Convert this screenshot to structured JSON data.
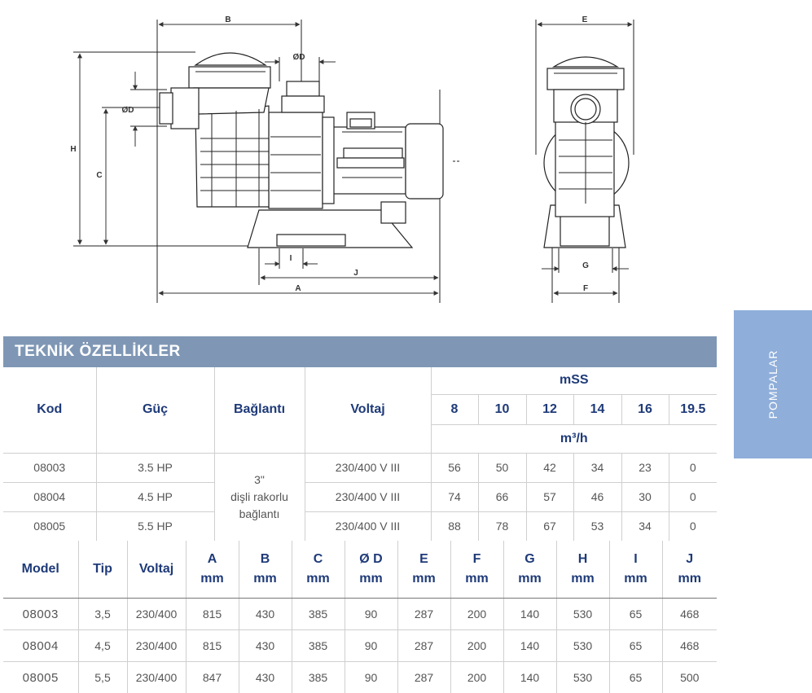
{
  "drawing": {
    "labels": {
      "A": "A",
      "B": "B",
      "C": "C",
      "D_top": "ØD",
      "D_left": "ØD",
      "H": "H",
      "I": "I",
      "J": "J",
      "E": "E",
      "F": "F",
      "G": "G"
    }
  },
  "section_title": "TEKNİK ÖZELLİKLER",
  "side_tab": "POMPALAR",
  "spec_table": {
    "headers": {
      "kod": "Kod",
      "guc": "Güç",
      "baglanti": "Bağlantı",
      "voltaj": "Voltaj",
      "mss": "mSS",
      "m3h": "m³/h"
    },
    "heads": [
      "8",
      "10",
      "12",
      "14",
      "16",
      "19.5"
    ],
    "connection_lines": [
      "3\"",
      "dişli rakorlu",
      "bağlantı"
    ],
    "rows": [
      {
        "kod": "08003",
        "guc": "3.5 HP",
        "voltaj": "230/400 V III",
        "flows": [
          "56",
          "50",
          "42",
          "34",
          "23",
          "0"
        ]
      },
      {
        "kod": "08004",
        "guc": "4.5 HP",
        "voltaj": "230/400 V III",
        "flows": [
          "74",
          "66",
          "57",
          "46",
          "30",
          "0"
        ]
      },
      {
        "kod": "08005",
        "guc": "5.5 HP",
        "voltaj": "230/400 V III",
        "flows": [
          "88",
          "78",
          "67",
          "53",
          "34",
          "0"
        ]
      }
    ]
  },
  "dim_table": {
    "headers": [
      {
        "label": "Model",
        "unit": ""
      },
      {
        "label": "Tip",
        "unit": ""
      },
      {
        "label": "Voltaj",
        "unit": ""
      },
      {
        "label": "A",
        "unit": "mm"
      },
      {
        "label": "B",
        "unit": "mm"
      },
      {
        "label": "C",
        "unit": "mm"
      },
      {
        "label": "Ø D",
        "unit": "mm"
      },
      {
        "label": "E",
        "unit": "mm"
      },
      {
        "label": "F",
        "unit": "mm"
      },
      {
        "label": "G",
        "unit": "mm"
      },
      {
        "label": "H",
        "unit": "mm"
      },
      {
        "label": "I",
        "unit": "mm"
      },
      {
        "label": "J",
        "unit": "mm"
      }
    ],
    "rows": [
      [
        "08003",
        "3,5",
        "230/400",
        "815",
        "430",
        "385",
        "90",
        "287",
        "200",
        "140",
        "530",
        "65",
        "468"
      ],
      [
        "08004",
        "4,5",
        "230/400",
        "815",
        "430",
        "385",
        "90",
        "287",
        "200",
        "140",
        "530",
        "65",
        "468"
      ],
      [
        "08005",
        "5,5",
        "230/400",
        "847",
        "430",
        "385",
        "90",
        "287",
        "200",
        "140",
        "530",
        "65",
        "500"
      ]
    ]
  }
}
